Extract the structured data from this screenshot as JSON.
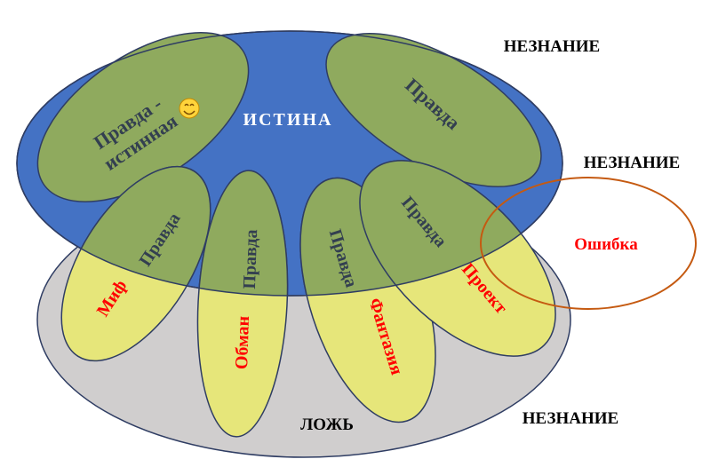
{
  "diagram": {
    "truth_region_label": "ИСТИНА",
    "lie_region_label": "ЛОЖЬ",
    "ignorance_labels": [
      "НЕЗНАНИЕ",
      "НЕЗНАНИЕ",
      "НЕЗНАНИЕ"
    ],
    "pure_truth_petals": [
      {
        "line1": "Правда -",
        "line2": "истинная",
        "emoji": "smiley-face"
      },
      {
        "label": "Правда"
      }
    ],
    "mixed_petals": [
      {
        "truth_part": "Правда",
        "false_part": "Миф"
      },
      {
        "truth_part": "Правда",
        "false_part": "Обман"
      },
      {
        "truth_part": "Правда",
        "false_part": "Фантазия"
      },
      {
        "truth_part": "Правда",
        "false_part": "Проект"
      }
    ],
    "error_label": "Ошибка",
    "colors": {
      "truth_blue": "#4472c4",
      "lie_gray": "#d0cece",
      "petal_green": "#8faa5e",
      "petal_yellow": "#e6e67a",
      "error_outline": "#c55a11",
      "red_text": "#ff0000",
      "dark_text": "#333f50",
      "white_text": "#ffffff",
      "black_text": "#000000"
    }
  }
}
